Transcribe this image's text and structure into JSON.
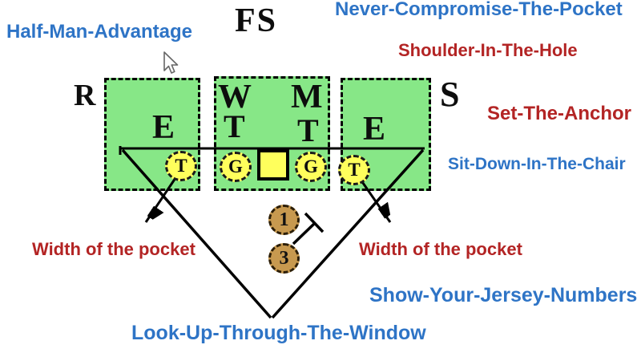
{
  "phrases": {
    "half_man_advantage": "Half-Man-Advantage",
    "never_compromise_the_pocket": "Never-Compromise-The-Pocket",
    "shoulder_in_the_hole": "Shoulder-In-The-Hole",
    "set_the_anchor": "Set-The-Anchor",
    "sit_down_in_the_chair": "Sit-Down-In-The-Chair",
    "width_of_the_pocket_left": "Width of the pocket",
    "width_of_the_pocket_right": "Width of the pocket",
    "show_your_jersey_numbers": "Show-Your-Jersey-Numbers",
    "look_up_through_the_window": "Look-Up-Through-The-Window"
  },
  "defenders": {
    "free_safety": "FS",
    "rover": "R",
    "sam": "S",
    "will": "W",
    "mike": "M",
    "de_left": "E",
    "dt_left": "T",
    "dt_right": "T",
    "de_right": "E"
  },
  "offense": {
    "left_tackle": "T",
    "left_guard": "G",
    "right_guard": "G",
    "right_tackle": "T",
    "quarterback": "1",
    "runningback": "3"
  },
  "colors": {
    "phrase_blue": "#2e74c6",
    "phrase_red": "#b32424",
    "zone_green": "#87e787",
    "lineman_yellow": "#ffff5c",
    "back_brown": "#c7994f"
  }
}
